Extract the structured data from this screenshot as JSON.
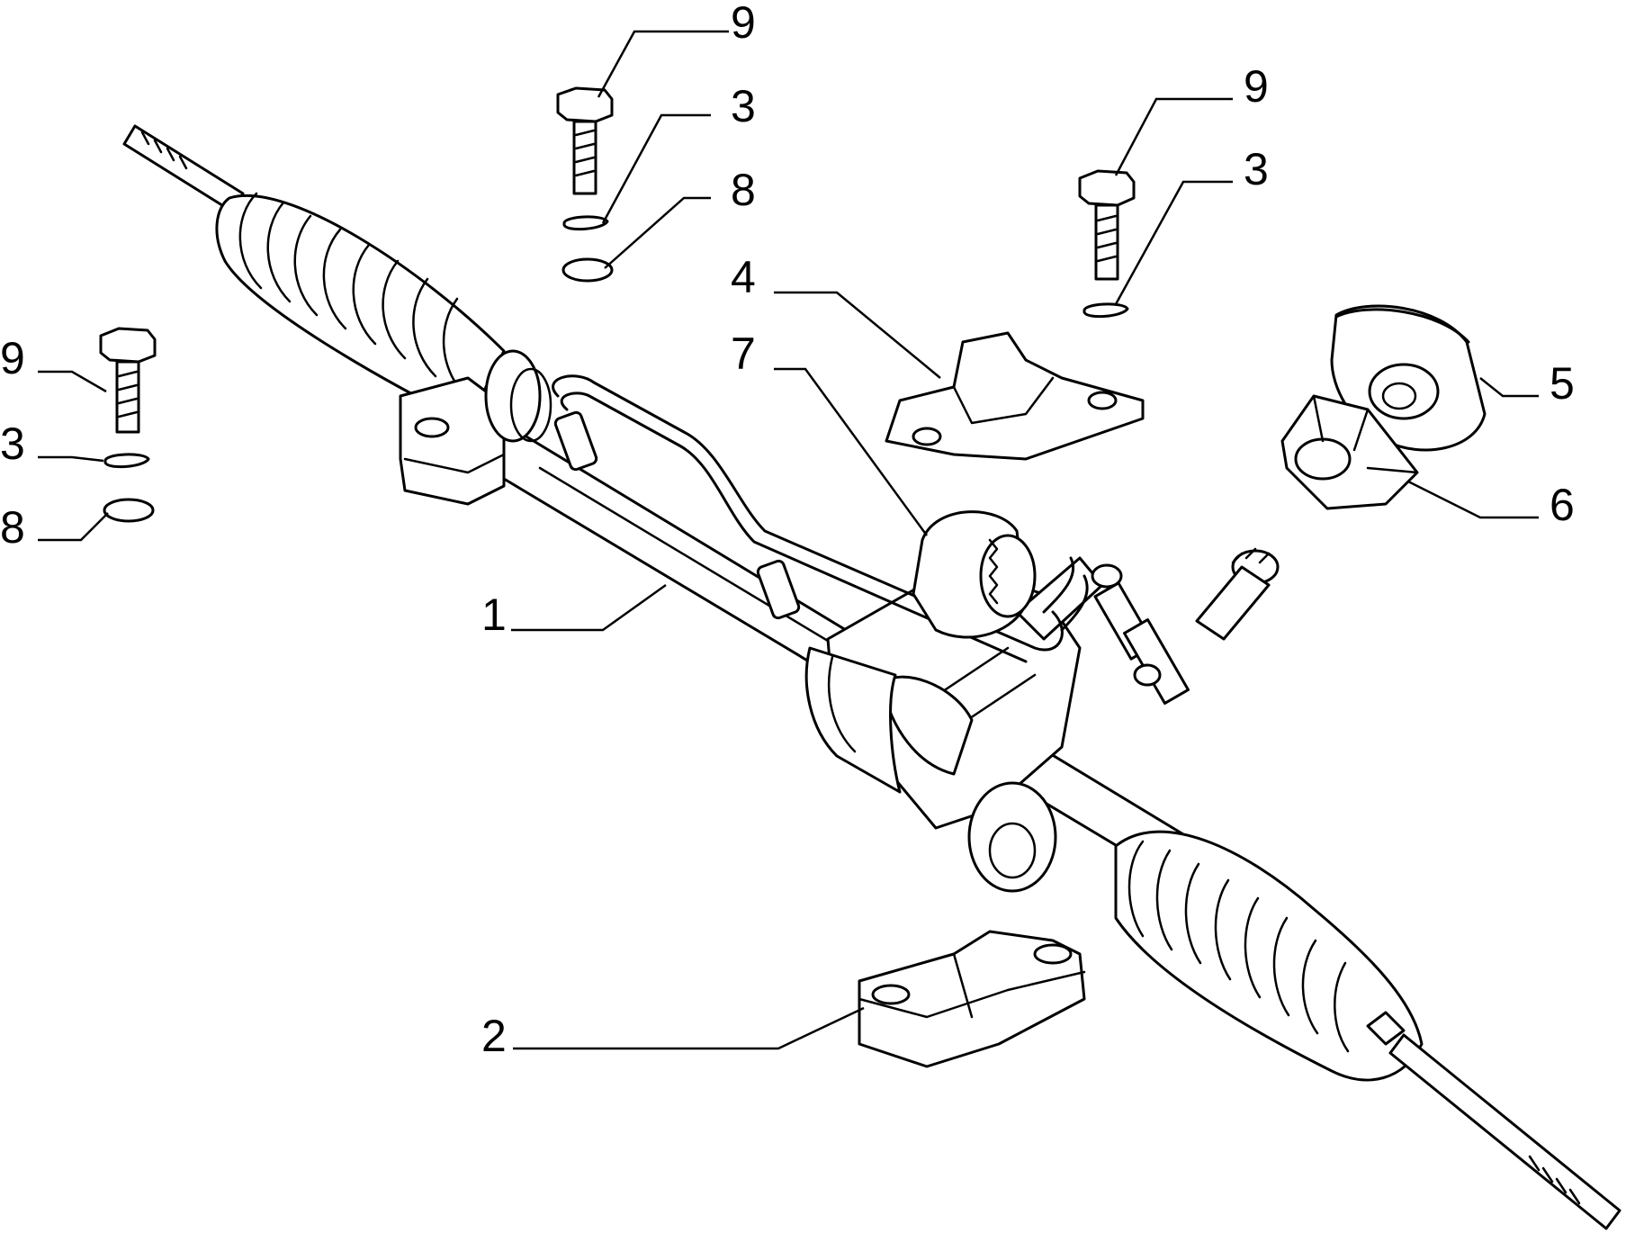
{
  "callouts": {
    "c1": "1",
    "c2": "2",
    "c3_left": "3",
    "c3_top": "3",
    "c3_right": "3",
    "c4": "4",
    "c5": "5",
    "c6": "6",
    "c7": "7",
    "c8_left": "8",
    "c8_top": "8",
    "c9_left": "9",
    "c9_top": "9",
    "c9_right": "9"
  }
}
